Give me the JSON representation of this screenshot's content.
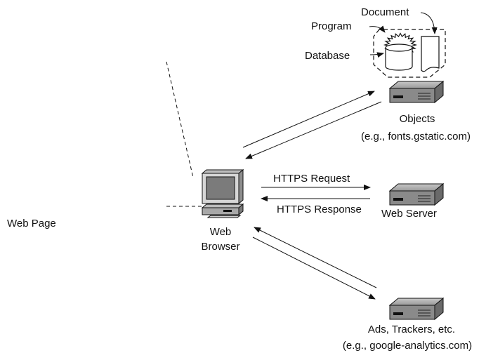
{
  "labels": {
    "document": "Document",
    "program": "Program",
    "database": "Database",
    "objects": "Objects",
    "objects_example": "(e.g., fonts.gstatic.com)",
    "https_request": "HTTPS Request",
    "https_response": "HTTPS Response",
    "web_server": "Web Server",
    "web_page": "Web Page",
    "web": "Web",
    "browser": "Browser",
    "ads": "Ads, Trackers, etc.",
    "ads_example": "(e.g., google-analytics.com)"
  }
}
